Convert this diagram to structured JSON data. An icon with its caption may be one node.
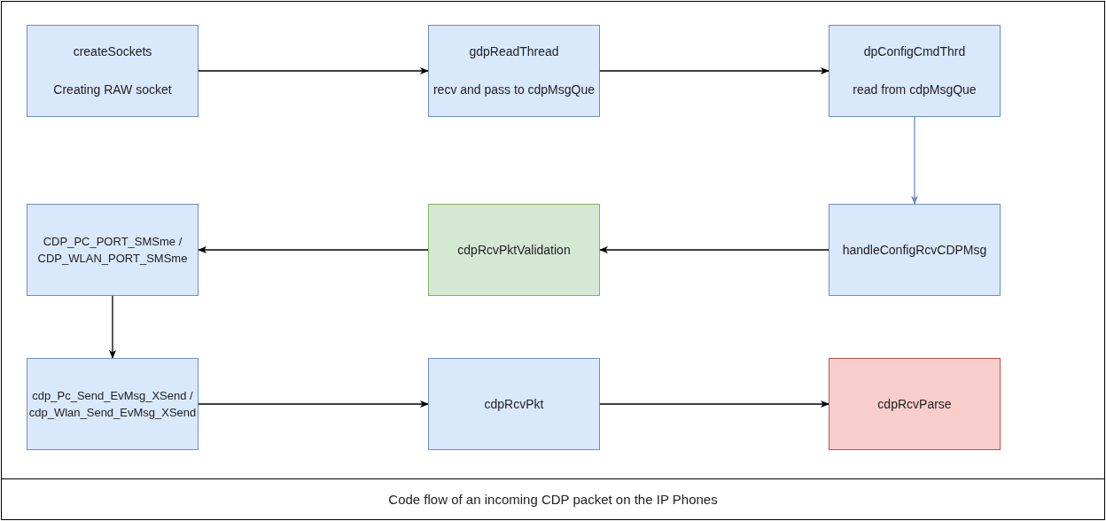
{
  "diagram": {
    "caption": "Code flow of an incoming CDP packet on the IP Phones",
    "nodes": [
      {
        "text": [
          "createSockets",
          "Creating RAW socket"
        ]
      },
      {
        "text": [
          "gdpReadThread",
          "recv and pass to cdpMsgQue"
        ]
      },
      {
        "text": [
          "dpConfigCmdThrd",
          "read from cdpMsgQue"
        ]
      },
      {
        "text": [
          "CDP_PC_PORT_SMSme / CDP_WLAN_PORT_SMSme"
        ]
      },
      {
        "text": [
          "cdpRcvPktValidation"
        ]
      },
      {
        "text": [
          "handleConfigRcvCDPMsg"
        ]
      },
      {
        "text": [
          "cdp_Pc_Send_EvMsg_XSend / cdp_Wlan_Send_EvMsg_XSend"
        ]
      },
      {
        "text": [
          "cdpRcvPkt"
        ]
      },
      {
        "text": [
          "cdpRcvParse"
        ]
      }
    ],
    "edges": [
      {
        "from": 0,
        "to": 1,
        "arrow": "to"
      },
      {
        "from": 1,
        "to": 2,
        "arrow": "to"
      },
      {
        "from": 2,
        "to": 5,
        "arrow": "to",
        "color": "#6c8ebf"
      },
      {
        "from": 5,
        "to": 4,
        "arrow": "to"
      },
      {
        "from": 4,
        "to": 3,
        "arrow": "to"
      },
      {
        "from": 3,
        "to": 6,
        "arrow": "to"
      },
      {
        "from": 6,
        "to": 7,
        "arrow": "to"
      },
      {
        "from": 7,
        "to": 8,
        "arrow": "to"
      }
    ]
  }
}
